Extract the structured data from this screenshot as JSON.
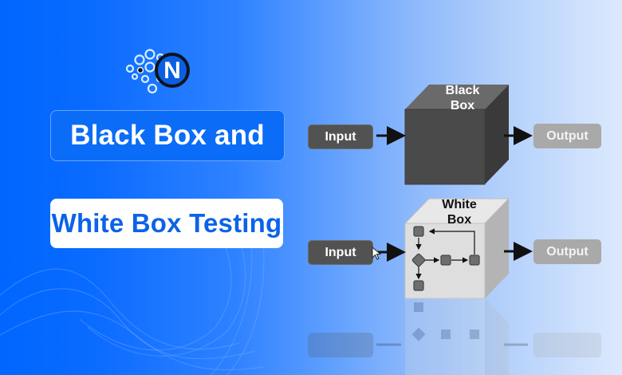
{
  "logo": {
    "letter": "N",
    "icon": "bubbles-n-logo-icon"
  },
  "title": {
    "line1": "Black Box and",
    "line2": "White Box Testing"
  },
  "colors": {
    "primary_blue": "#0066ff",
    "pill_blue": "#0b6cf7",
    "pill_text_blue": "#0b63e8",
    "black_box_front": "#4a4a4a",
    "white_box_front": "#dcdcdc",
    "input_node": "#525252",
    "output_node": "#a9a9a9"
  },
  "black_box_diagram": {
    "input_label": "Input",
    "box_label_line1": "Black",
    "box_label_line2": "Box",
    "output_label": "Output"
  },
  "white_box_diagram": {
    "input_label": "Input",
    "box_label_line1": "White",
    "box_label_line2": "Box",
    "output_label": "Output",
    "flow_nodes": [
      "square",
      "diamond",
      "square",
      "square",
      "square"
    ]
  }
}
